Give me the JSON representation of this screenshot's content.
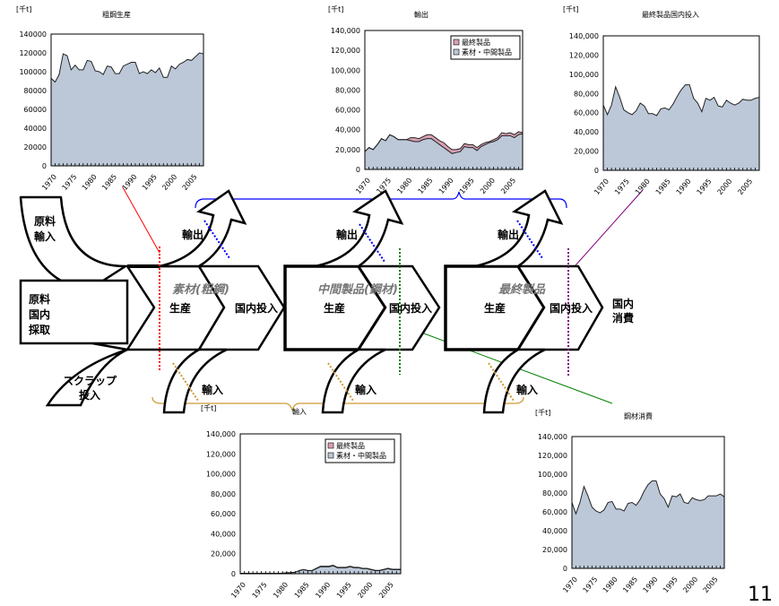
{
  "diagram": {
    "raw_import": [
      "原料",
      "輸入"
    ],
    "raw_domestic": [
      "原料",
      "国内",
      "採取"
    ],
    "scrap": [
      "スクラップ",
      "投入"
    ],
    "stages": [
      {
        "name": "素材(粗鋼)",
        "production": "生産",
        "domestic_input": "国内投入",
        "export": "輸出",
        "import": "輸入"
      },
      {
        "name": "中間製品(鋼材)",
        "production": "生産",
        "domestic_input": "国内投入",
        "export": "輸出",
        "import": "輸入"
      },
      {
        "name": "最終製品",
        "production": "生産",
        "domestic_input": "国内投入",
        "export": "輸出",
        "import": "輸入"
      }
    ],
    "domestic_consumption": [
      "国内",
      "消費"
    ],
    "page_number": "11",
    "colors": {
      "production_marker": "#ff0000",
      "export_marker": "#0000ff",
      "import_marker": "#cc9933",
      "steel_marker": "#008000",
      "final_marker": "#800080",
      "area_fill": "#bcc8d8",
      "final_fill": "#d9a0b4"
    }
  },
  "chart_data": [
    {
      "type": "area",
      "title": "粗鋼生産",
      "unit": "[千t]",
      "ylim": [
        0,
        140000
      ],
      "yticks": [
        "0",
        "20000",
        "40000",
        "60000",
        "80000",
        "100000",
        "120000",
        "140000"
      ],
      "xticks": [
        "1970",
        "1975",
        "1980",
        "1985",
        "1990",
        "1995",
        "2000",
        "2005"
      ],
      "x_start": 1970,
      "series": [
        {
          "name": "粗鋼生産",
          "values": [
            93000,
            89000,
            97000,
            119000,
            117000,
            102000,
            107000,
            102000,
            102000,
            112000,
            111000,
            101000,
            100000,
            97000,
            106000,
            105000,
            98000,
            98000,
            106000,
            108000,
            110000,
            110000,
            98000,
            100000,
            98000,
            102000,
            99000,
            104000,
            94000,
            94000,
            106000,
            103000,
            108000,
            110000,
            113000,
            112000,
            116000,
            120000,
            119000
          ]
        }
      ]
    },
    {
      "type": "area",
      "title": "輸出",
      "unit": "[千t]",
      "ylim": [
        0,
        140000
      ],
      "yticks": [
        "0",
        "20,000",
        "40,000",
        "60,000",
        "80,000",
        "100,000",
        "120,000",
        "140,000"
      ],
      "xticks": [
        "1970",
        "1975",
        "1980",
        "1985",
        "1990",
        "1995",
        "2000",
        "2005"
      ],
      "x_start": 1970,
      "legend": "top-right",
      "stacked": true,
      "series": [
        {
          "name": "素材・中間製品",
          "values": [
            18000,
            22000,
            20000,
            25000,
            31000,
            29000,
            35000,
            33000,
            30000,
            30000,
            30000,
            29000,
            28000,
            28000,
            30000,
            31000,
            31000,
            28000,
            25000,
            22000,
            19000,
            16000,
            17000,
            18000,
            23000,
            22000,
            22000,
            19000,
            23000,
            25000,
            27000,
            28000,
            30000,
            34000,
            34000,
            34000,
            32000,
            35000,
            36000
          ]
        },
        {
          "name": "最終製品",
          "values": [
            0,
            0,
            0,
            0,
            0,
            0,
            0,
            0,
            0,
            0,
            0,
            3000,
            4000,
            3000,
            3000,
            4000,
            4000,
            4000,
            4000,
            5000,
            4000,
            4000,
            3000,
            3000,
            3000,
            3000,
            3000,
            3000,
            2000,
            2000,
            1000,
            2000,
            2000,
            3000,
            2000,
            3000,
            3000,
            3000,
            1000
          ]
        }
      ]
    },
    {
      "type": "area",
      "title": "最終製品国内投入",
      "unit": "[千t]",
      "ylim": [
        0,
        140000
      ],
      "yticks": [
        "0",
        "20,000",
        "40,000",
        "60,000",
        "80,000",
        "100,000",
        "120,000",
        "140,000"
      ],
      "xticks": [
        "1970",
        "1975",
        "1980",
        "1985",
        "1990",
        "1995",
        "2000",
        "2005"
      ],
      "x_start": 1970,
      "series": [
        {
          "name": "最終製品国内投入",
          "values": [
            68000,
            58000,
            68000,
            87000,
            76000,
            63000,
            60000,
            58000,
            62000,
            70000,
            67000,
            59000,
            59000,
            57000,
            64000,
            65000,
            63000,
            69000,
            77000,
            84000,
            89000,
            89000,
            75000,
            70000,
            61000,
            75000,
            73000,
            76000,
            67000,
            66000,
            73000,
            70000,
            68000,
            70000,
            74000,
            73000,
            73000,
            75000,
            76000
          ]
        }
      ]
    },
    {
      "type": "area",
      "title": "輸入",
      "unit": "[千t]",
      "ylim": [
        0,
        140000
      ],
      "yticks": [
        "0",
        "20,000",
        "40,000",
        "60,000",
        "80,000",
        "100,000",
        "120,000",
        "140,000"
      ],
      "xticks": [
        "1970",
        "1975",
        "1980",
        "1985",
        "1990",
        "1995",
        "2000",
        "2005"
      ],
      "x_start": 1970,
      "legend": "top-right",
      "stacked": true,
      "series": [
        {
          "name": "素材・中間製品",
          "values": [
            500,
            500,
            500,
            500,
            500,
            500,
            500,
            500,
            500,
            500,
            500,
            1000,
            1000,
            1500,
            3000,
            4000,
            3000,
            3000,
            5000,
            7000,
            7000,
            7000,
            8000,
            6000,
            6000,
            6000,
            7000,
            6000,
            6000,
            5000,
            5000,
            4000,
            3000,
            3000,
            4000,
            5000,
            4000,
            4000,
            4000
          ]
        },
        {
          "name": "最終製品",
          "values": [
            0,
            0,
            0,
            0,
            0,
            0,
            0,
            0,
            0,
            0,
            0,
            0,
            0,
            0,
            300,
            300,
            300,
            300,
            400,
            500,
            500,
            500,
            500,
            400,
            400,
            400,
            500,
            400,
            400,
            400,
            400,
            400,
            400,
            400,
            400,
            500,
            500,
            500,
            500
          ]
        }
      ]
    },
    {
      "type": "area",
      "title": "鋼材消費",
      "unit": "[千t]",
      "ylim": [
        0,
        140000
      ],
      "yticks": [
        "0",
        "20,000",
        "40,000",
        "60,000",
        "80,000",
        "100,000",
        "120,000",
        "140,000"
      ],
      "xticks": [
        "1970",
        "1975",
        "1980",
        "1985",
        "1990",
        "1995",
        "2000",
        "2005"
      ],
      "x_start": 1970,
      "series": [
        {
          "name": "鋼材消費",
          "values": [
            70000,
            58000,
            70000,
            87000,
            77000,
            65000,
            61000,
            59000,
            62000,
            70000,
            71000,
            63000,
            63000,
            61000,
            69000,
            70000,
            67000,
            73000,
            82000,
            89000,
            93000,
            93000,
            79000,
            74000,
            65000,
            77000,
            76000,
            79000,
            70000,
            69000,
            75000,
            73000,
            72000,
            73000,
            77000,
            77000,
            77000,
            79000,
            76000
          ]
        }
      ]
    }
  ]
}
